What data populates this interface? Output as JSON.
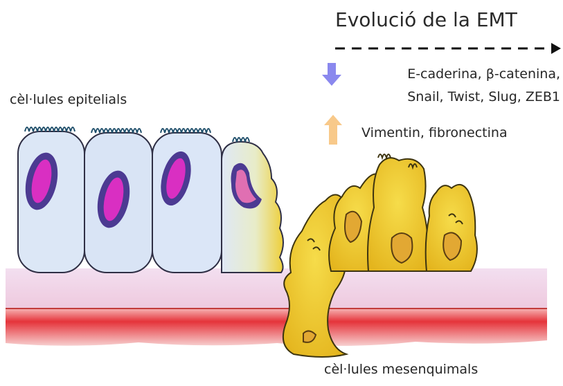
{
  "title": "Evolució de la EMT",
  "epithelial_label": "cèl·lules epitelials",
  "mesenchymal_label": "cèl·lules mesenquimals",
  "downregulated": {
    "line1": "E-caderina, β-catenina,",
    "line2": "Snail, Twist, Slug, ZEB1",
    "arrow_color": "#8a88ee"
  },
  "upregulated": {
    "text": "Vimentin, fibronectina",
    "arrow_color": "#f8c98a"
  },
  "colors": {
    "epithelial_cell": "#dbe6f7",
    "nucleus_outer": "#4b3a8f",
    "nucleus_inner": "#d92fc2",
    "mesenchymal_cell": "#efce2a",
    "basement_membrane": "#f1d6e6",
    "stroma": "#e63a3a"
  }
}
